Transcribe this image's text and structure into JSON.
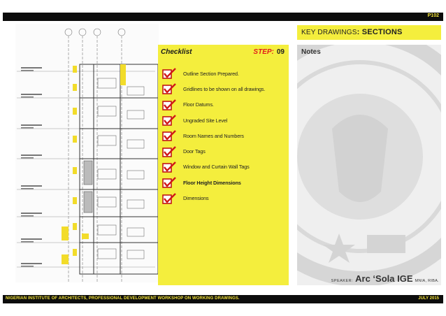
{
  "header": {
    "page_number": "P102"
  },
  "section": {
    "title_prefix": "KEY DRAWINGS",
    "title_main": ": SECTIONS"
  },
  "checklist": {
    "title": "Checklist",
    "step_label": "STEP:",
    "step_number": "09",
    "items": [
      {
        "label": "Outline Section Prepared.",
        "bold": false
      },
      {
        "label": "Gridlines to be shown on all drawings.",
        "bold": false
      },
      {
        "label": "Floor Datums.",
        "bold": false
      },
      {
        "label": "Ungraded Site Level",
        "bold": false
      },
      {
        "label": "Room Names and Numbers",
        "bold": false
      },
      {
        "label": "Door Tags",
        "bold": false
      },
      {
        "label": "Window and Curtain Wall Tags",
        "bold": false
      },
      {
        "label": "Floor Height Dimensions",
        "bold": true
      },
      {
        "label": "Dimensions",
        "bold": false
      }
    ]
  },
  "notes": {
    "title": "Notes"
  },
  "speaker": {
    "label": "SPEAKER:",
    "name": "Arc ‘Sola IGE",
    "credentials": "MNIA, RIBA."
  },
  "footer": {
    "org_text": "NIGERIAN INSTITUTE OF ARCHITECTS, PROFESSIONAL DEVELOPMENT WORKSHOP ON WORKING DRAWINGS.",
    "date": "JULY 2015"
  },
  "colors": {
    "accent_yellow": "#f4ee3d",
    "check_red": "#d01818",
    "bar_black": "#0c0c0c"
  }
}
